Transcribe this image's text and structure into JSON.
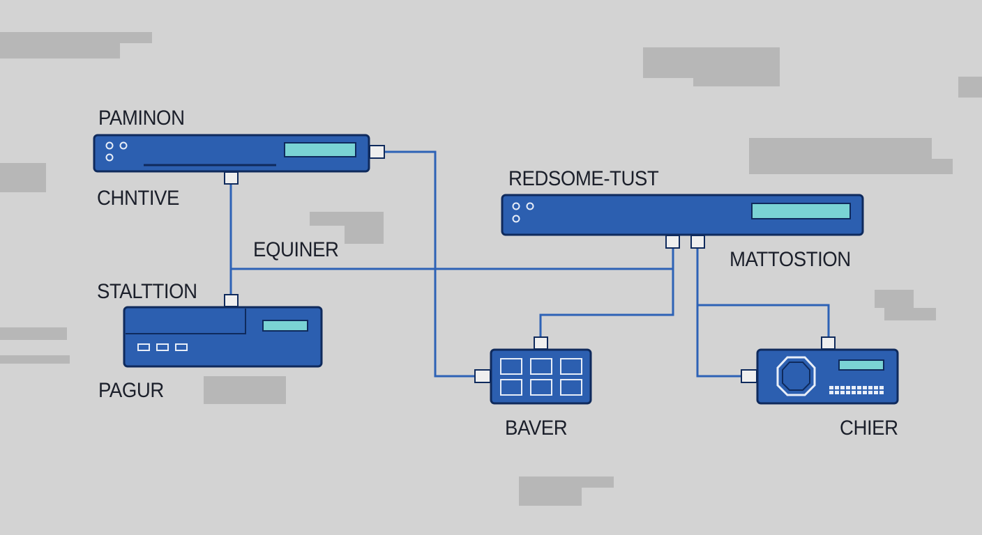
{
  "colors": {
    "background": "#d3d3d3",
    "device_fill": "#2c5fb0",
    "device_stroke": "#0f2a5c",
    "display_fill": "#7ad3d4",
    "link": "#2d62b6",
    "port_fill": "#efefef",
    "blur_block": "#b7b7b7",
    "label": "#1b1f2a"
  },
  "devices": {
    "paminon": {
      "icon": "rack-server-icon",
      "label": "PAMINON"
    },
    "stalttion": {
      "icon": "network-appliance-icon",
      "label": "STALTTION"
    },
    "redsome": {
      "icon": "rack-server-icon",
      "label": "REDSOME-TUST"
    },
    "baver": {
      "icon": "ethernet-switch-icon",
      "label": "BAVER"
    },
    "chier": {
      "icon": "control-unit-icon",
      "label": "CHIER"
    }
  },
  "link_labels": {
    "chntive": "CHNTIVE",
    "equiner": "EQUINER",
    "mattostion": "MATTOSTION",
    "pagur": "PAGUR"
  }
}
